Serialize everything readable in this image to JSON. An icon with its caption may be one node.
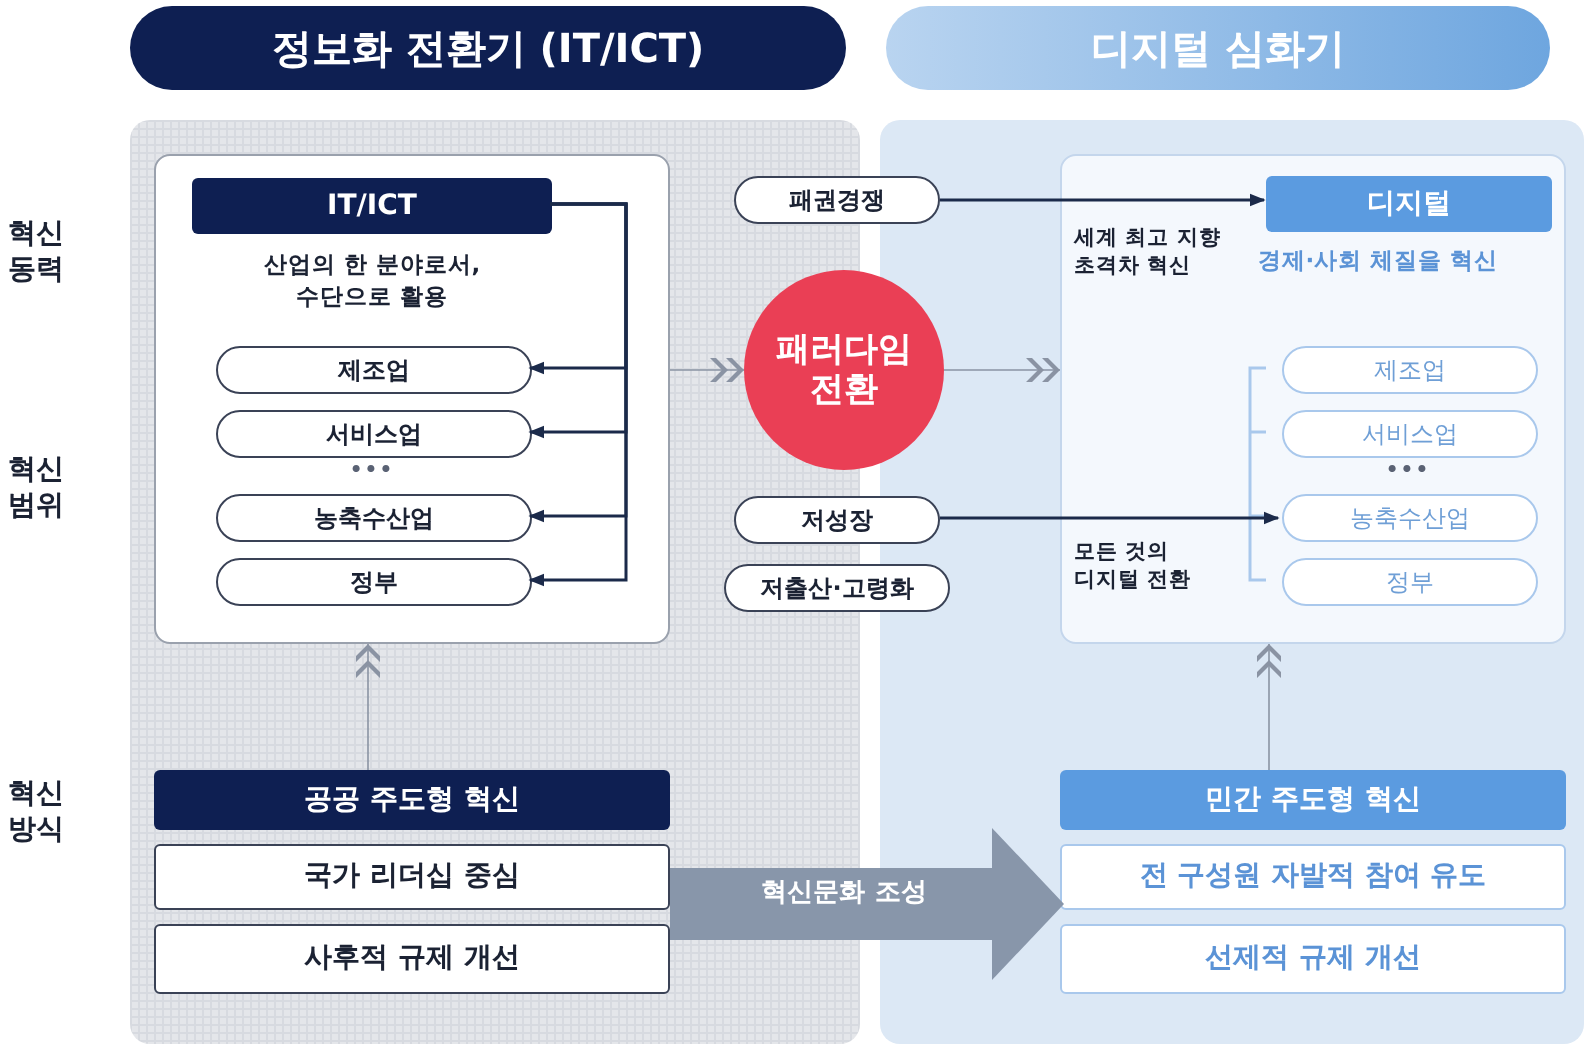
{
  "diagram": {
    "nodes": [
      {
        "text": [
          "정보화 전환기 (IT/ICT)"
        ]
      },
      {
        "text": [
          "디지털 심화기"
        ]
      },
      {
        "text": [],
        "shape": "box"
      },
      {
        "text": [
          "IT/ICT"
        ],
        "in": 2,
        "beside": [
          "산업의 한 분야로서, 수단으로 활용"
        ]
      },
      {
        "text": [
          "제조업"
        ],
        "in": 2
      },
      {
        "text": [
          "서비스업"
        ],
        "in": 2
      },
      {
        "text": [
          "농축수산업"
        ],
        "in": 2
      },
      {
        "text": [
          "정부"
        ],
        "in": 2
      },
      {
        "text": [
          "패권경쟁"
        ]
      },
      {
        "text": [
          "패러다임 전환"
        ]
      },
      {
        "text": [
          "저성장"
        ]
      },
      {
        "text": [
          "저출산·고령화"
        ]
      },
      {
        "text": [],
        "shape": "box"
      },
      {
        "text": [
          "디지털"
        ],
        "in": 12,
        "beside": [
          "경제·사회 체질을 혁신"
        ]
      },
      {
        "text": [
          "제조업"
        ],
        "in": 12
      },
      {
        "text": [
          "서비스업"
        ],
        "in": 12
      },
      {
        "text": [
          "농축수산업"
        ],
        "in": 12
      },
      {
        "text": [
          "정부"
        ],
        "in": 12
      },
      {
        "text": [
          "공공 주도형 혁신"
        ]
      },
      {
        "text": [
          "국가 리더십 중심"
        ]
      },
      {
        "text": [
          "사후적 규제 개선"
        ]
      },
      {
        "text": [
          "민간 주도형 혁신"
        ]
      },
      {
        "text": [
          "전 구성원 자발적 참여 유도"
        ]
      },
      {
        "text": [
          "선제적 규제 개선"
        ]
      }
    ],
    "edges": [
      {
        "from": 3,
        "to": 4,
        "arrow": "to"
      },
      {
        "from": 3,
        "to": 5,
        "arrow": "to"
      },
      {
        "from": 3,
        "to": 6,
        "arrow": "to"
      },
      {
        "from": 3,
        "to": 7,
        "arrow": "to"
      },
      {
        "from": 8,
        "to": 13,
        "arrow": "to",
        "label": "세계 최고 지향 초격차 혁신"
      },
      {
        "from": 10,
        "to": 16,
        "arrow": "to",
        "label": "모든 것의 디지털 전환"
      },
      {
        "from": 2,
        "to": 9,
        "arrow": "to",
        "color": "#8a93a3"
      },
      {
        "from": 9,
        "to": 12,
        "arrow": "to",
        "color": "#8a93a3"
      },
      {
        "from": 18,
        "to": 2,
        "arrow": "to",
        "color": "#8a93a3"
      },
      {
        "from": 21,
        "to": 12,
        "arrow": "to",
        "color": "#8a93a3"
      },
      {
        "from": 19,
        "to": 22,
        "arrow": "to",
        "label": "혁신문화 조성",
        "style": "thick",
        "color": "#8896aa"
      }
    ],
    "labels": [
      "혁신 동력",
      "혁신 범위",
      "혁신 방식",
      "•••",
      "•••"
    ]
  }
}
